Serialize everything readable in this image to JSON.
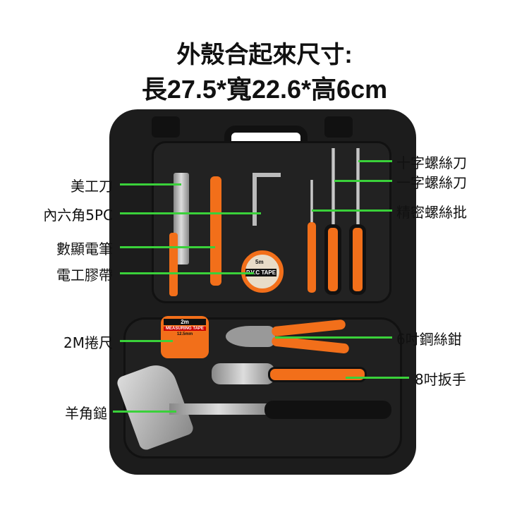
{
  "header": {
    "line1": "外殼合起來尺寸:",
    "line2": "長27.5*寬22.6*高6cm"
  },
  "labels_left": [
    "美工刀",
    "內六角5PC",
    "數顯電筆",
    "電工膠帶",
    "2M捲尺",
    "羊角鎚"
  ],
  "labels_right": [
    "十字螺絲刀",
    "一字螺絲刀",
    "精密螺絲批",
    "6吋鋼絲鉗",
    "8吋扳手"
  ],
  "product_print": {
    "electrical_tape": "5m",
    "electrical_tape_brand": "P.V.C TAPE",
    "tape_measure": "2m",
    "tape_measure_brand": "MEASURING TAPE",
    "tape_measure_width": "12.5mm"
  },
  "colors": {
    "leader_line": "#3ad13a",
    "tool_accent": "#f26f1a",
    "case": "#1c1c1c"
  }
}
